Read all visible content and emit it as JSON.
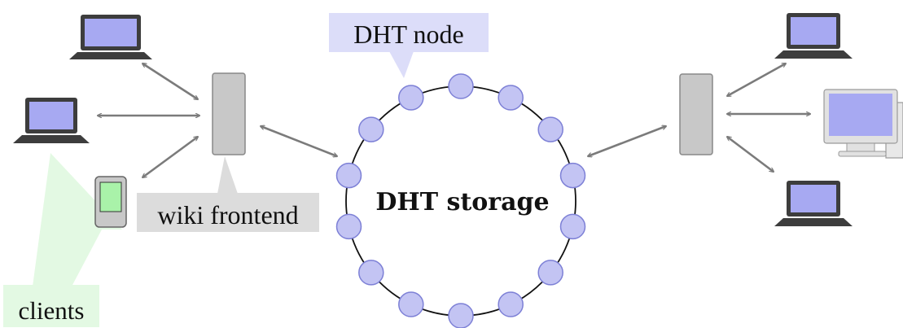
{
  "labels": {
    "dht_node": "DHT node",
    "dht_storage": "DHT storage",
    "wiki_frontend": "wiki frontend",
    "clients": "clients"
  },
  "colors": {
    "node_fill": "#c3c4f3",
    "node_stroke": "#7d80d6",
    "screen_fill": "#a7a9f2",
    "device_dark": "#3d3d3d",
    "server_fill": "#c8c8c8",
    "arrow": "#7b7b7b",
    "dht_node_callout": "#dcddf9",
    "frontend_callout": "#dcdcdc",
    "clients_callout": "#e3f9e3",
    "phone_screen": "#a9f2a9"
  },
  "icons": {
    "laptop": "laptop-icon",
    "desktop": "desktop-computer-icon",
    "phone": "phone-icon",
    "server": "server-icon"
  }
}
